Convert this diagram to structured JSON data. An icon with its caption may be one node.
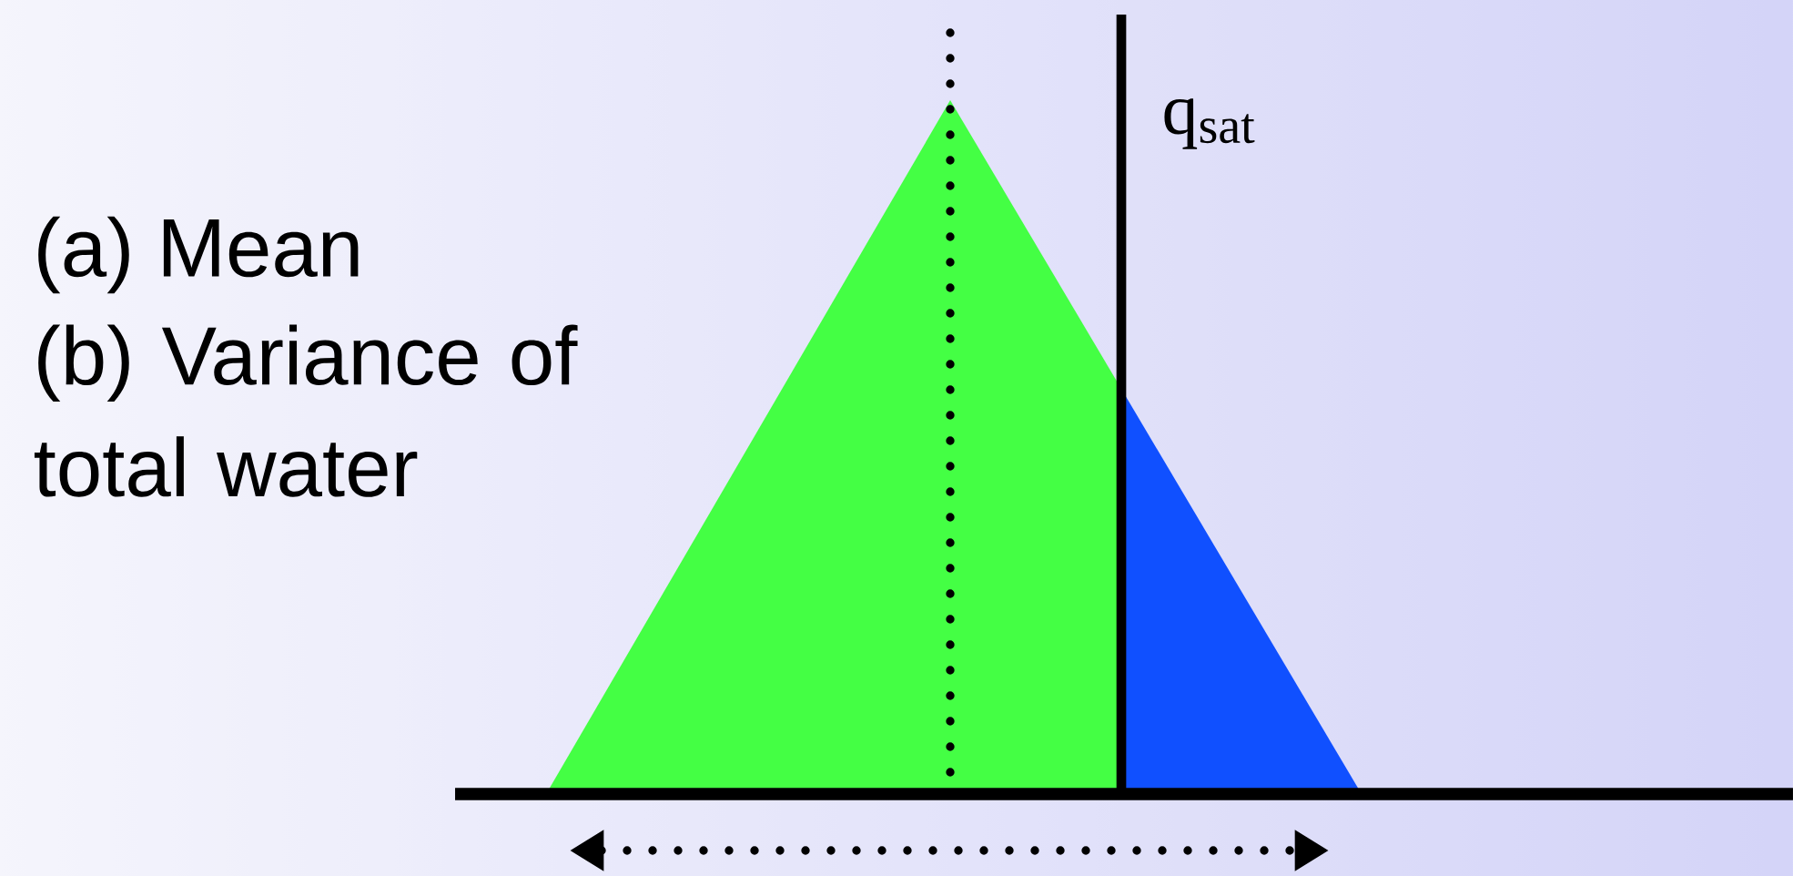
{
  "diagram": {
    "labels": [
      "(a)  Mean",
      "(b)  Variance of total water",
      "q$_{sat}$"
    ]
  }
}
